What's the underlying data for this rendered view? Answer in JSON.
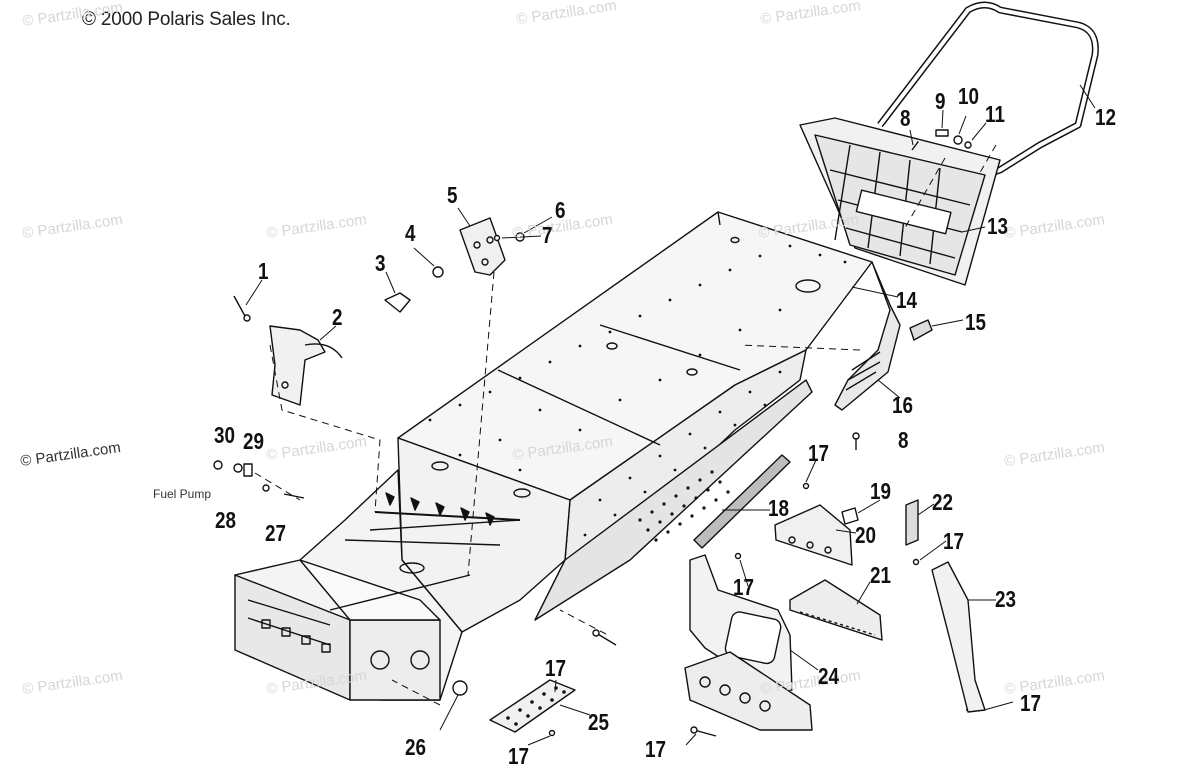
{
  "copyright": "© 2000 Polaris Sales Inc.",
  "watermark": "© Partzilla.com",
  "fuel_pump_label": "Fuel Pump",
  "callouts": [
    {
      "id": "1",
      "text": "1"
    },
    {
      "id": "2",
      "text": "2"
    },
    {
      "id": "3",
      "text": "3"
    },
    {
      "id": "4",
      "text": "4"
    },
    {
      "id": "5",
      "text": "5"
    },
    {
      "id": "6",
      "text": "6"
    },
    {
      "id": "7",
      "text": "7"
    },
    {
      "id": "8a",
      "text": "8"
    },
    {
      "id": "9",
      "text": "9"
    },
    {
      "id": "10",
      "text": "10"
    },
    {
      "id": "11",
      "text": "11"
    },
    {
      "id": "12",
      "text": "12"
    },
    {
      "id": "13",
      "text": "13"
    },
    {
      "id": "14",
      "text": "14"
    },
    {
      "id": "15",
      "text": "15"
    },
    {
      "id": "16",
      "text": "16"
    },
    {
      "id": "8b",
      "text": "8"
    },
    {
      "id": "17a",
      "text": "17"
    },
    {
      "id": "18",
      "text": "18"
    },
    {
      "id": "19",
      "text": "19"
    },
    {
      "id": "20",
      "text": "20"
    },
    {
      "id": "17b",
      "text": "17"
    },
    {
      "id": "22",
      "text": "22"
    },
    {
      "id": "17c",
      "text": "17"
    },
    {
      "id": "21",
      "text": "21"
    },
    {
      "id": "23",
      "text": "23"
    },
    {
      "id": "24",
      "text": "24"
    },
    {
      "id": "17d",
      "text": "17"
    },
    {
      "id": "25",
      "text": "25"
    },
    {
      "id": "26",
      "text": "26"
    },
    {
      "id": "17e",
      "text": "17"
    },
    {
      "id": "17f",
      "text": "17"
    },
    {
      "id": "17g",
      "text": "17"
    },
    {
      "id": "30",
      "text": "30"
    },
    {
      "id": "29",
      "text": "29"
    },
    {
      "id": "28",
      "text": "28"
    },
    {
      "id": "27",
      "text": "27"
    }
  ]
}
